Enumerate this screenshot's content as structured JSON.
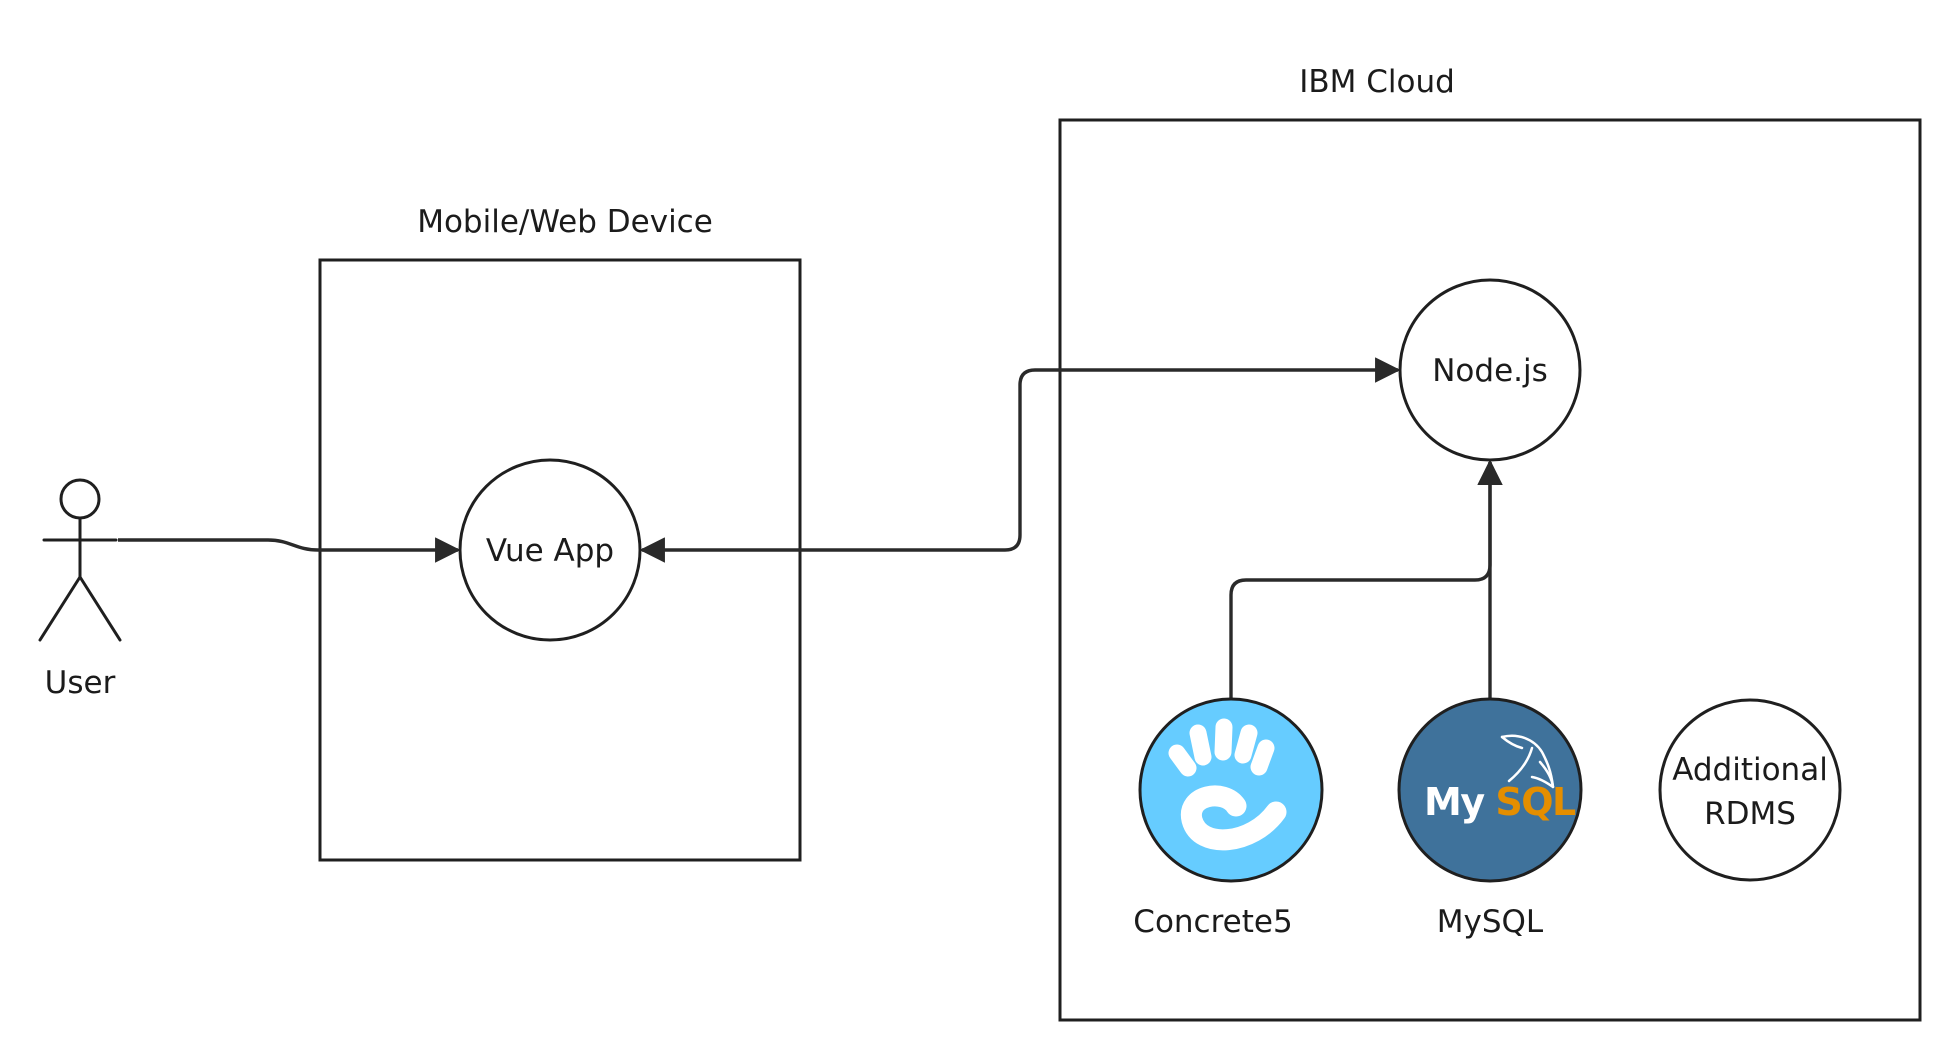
{
  "groups": {
    "device": {
      "label": "Mobile/Web Device"
    },
    "cloud": {
      "label": "IBM Cloud"
    }
  },
  "actor": {
    "label": "User"
  },
  "nodes": {
    "vue_app": {
      "label": "Vue App"
    },
    "nodejs": {
      "label": "Node.js"
    },
    "concrete5": {
      "label": "Concrete5",
      "logo_color": "#66ccff",
      "logo": "hand-icon"
    },
    "mysql": {
      "label": "MySQL",
      "logo_color": "#3f729b",
      "logo_text": {
        "my": "My",
        "sql": "SQL"
      },
      "logo": "dolphin-icon"
    },
    "additional_rdms": {
      "label_line1": "Additional",
      "label_line2": "RDMS"
    }
  },
  "colors": {
    "stroke": "#1f1f1f",
    "mysql_orange": "#e48e00"
  }
}
